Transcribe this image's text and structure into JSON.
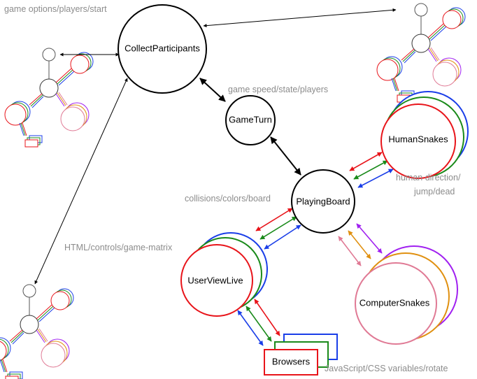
{
  "nodes": {
    "collect": "CollectParticipants",
    "gameturn": "GameTurn",
    "board": "PlayingBoard",
    "human": "HumanSnakes",
    "computer": "ComputerSnakes",
    "userview": "UserViewLive",
    "browsers": "Browsers"
  },
  "edge_labels": {
    "collect_top": "game options/players/start",
    "gameturn": "game speed/state/players",
    "human_1": "human direction/",
    "human_2": "jump/dead",
    "board": "collisions/colors/board",
    "userview": "HTML/controls/game-matrix",
    "browsers": "JavaScript/CSS variables/rotate"
  },
  "colors": {
    "red": "#e8141a",
    "green": "#1a8a1a",
    "blue": "#1a3ee8",
    "purple": "#a020f0",
    "orange": "#e09010",
    "pink": "#e07a95",
    "label_gray": "#8c8c8c"
  }
}
